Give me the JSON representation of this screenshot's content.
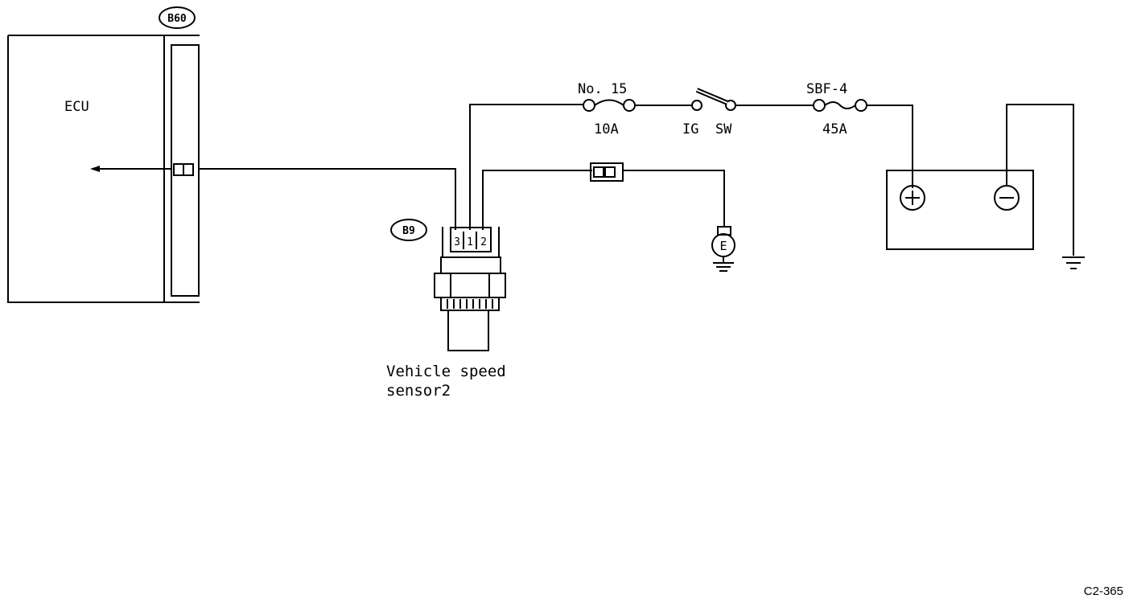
{
  "diagram": {
    "ecu": {
      "label": "ECU",
      "connector": "B60"
    },
    "sensor": {
      "connector": "B9",
      "label_line1": "Vehicle speed",
      "label_line2": "sensor2",
      "pins": [
        "3",
        "1",
        "2"
      ]
    },
    "fuse": {
      "name": "No. 15",
      "rating": "10A"
    },
    "ignition_switch": {
      "label": "IG  SW"
    },
    "fusible_link": {
      "name": "SBF-4",
      "rating": "45A"
    },
    "ground_terminal": {
      "label": "E"
    },
    "battery": {
      "positive": "+",
      "negative": "−"
    },
    "figure_code": "C2-365"
  }
}
